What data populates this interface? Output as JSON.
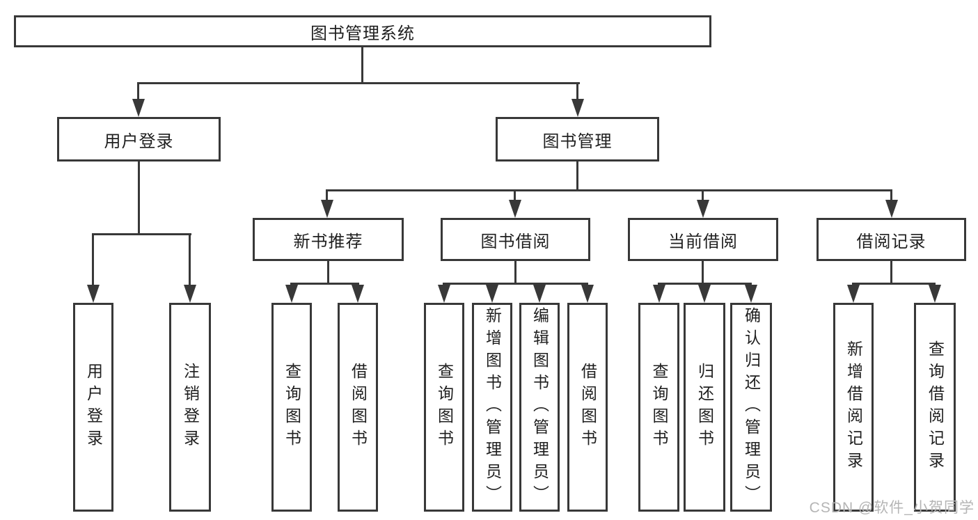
{
  "tree": {
    "root": {
      "label": "图书管理系统"
    },
    "branches": [
      {
        "label": "用户登录",
        "children": [
          {
            "label": "用户登录"
          },
          {
            "label": "注销登录"
          }
        ]
      },
      {
        "label": "图书管理",
        "children": [
          {
            "label": "新书推荐",
            "children": [
              {
                "label": "查询图书"
              },
              {
                "label": "借阅图书"
              }
            ]
          },
          {
            "label": "图书借阅",
            "children": [
              {
                "label": "查询图书"
              },
              {
                "label": "新增图书（管理员）"
              },
              {
                "label": "编辑图书（管理员）"
              },
              {
                "label": "借阅图书"
              }
            ]
          },
          {
            "label": "当前借阅",
            "children": [
              {
                "label": "查询图书"
              },
              {
                "label": "归还图书"
              },
              {
                "label": "确认归还（管理员）"
              }
            ]
          },
          {
            "label": "借阅记录",
            "children": [
              {
                "label": "新增借阅记录"
              },
              {
                "label": "查询借阅记录"
              }
            ]
          }
        ]
      }
    ]
  },
  "watermark": {
    "text": "CSDN @软件_小贺同学"
  },
  "colors": {
    "line": "#383838",
    "text": "#1f1f1f",
    "watermark": "#b5b5b5",
    "background": "#ffffff"
  }
}
